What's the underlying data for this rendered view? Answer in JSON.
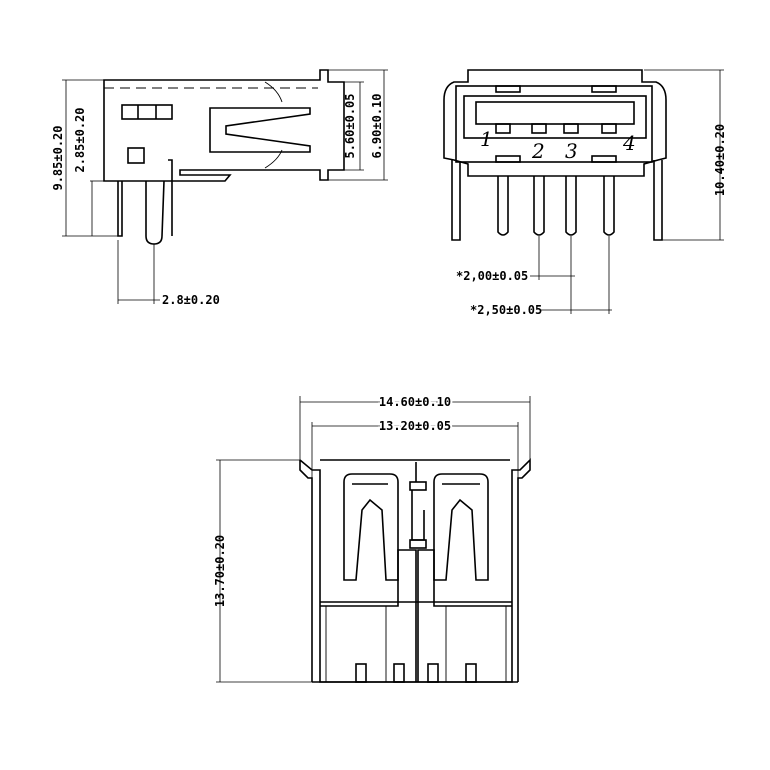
{
  "side_view": {
    "dim_total_height": "9.85±0.20",
    "dim_tail_height": "2.85±0.20",
    "dim_inner_height": "5.60±0.05",
    "dim_outer_height": "6.90±0.10",
    "dim_pin_offset": "2.8±0.20"
  },
  "front_view": {
    "pins": [
      "1",
      "2",
      "3",
      "4"
    ],
    "dim_height": "10.40±0.20",
    "dim_pitch_inner": "*2,00±0.05",
    "dim_pitch_outer": "*2,50±0.05"
  },
  "top_view": {
    "dim_outer_width": "14.60±0.10",
    "dim_inner_width": "13.20±0.05",
    "dim_depth": "13.70±0.20"
  }
}
